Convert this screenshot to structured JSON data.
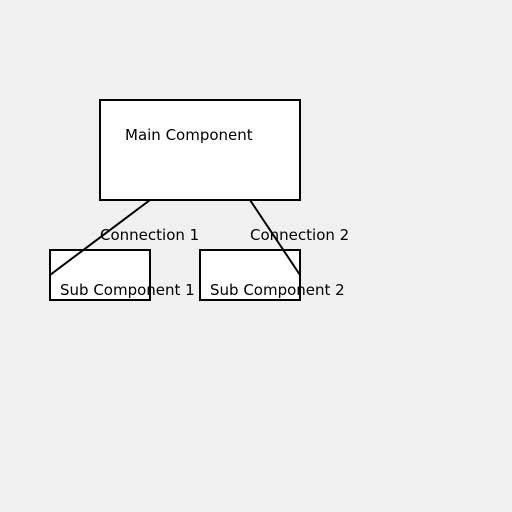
{
  "diagram": {
    "main": {
      "label": "Main Component"
    },
    "sub1": {
      "label": "Sub Component 1"
    },
    "sub2": {
      "label": "Sub Component 2"
    },
    "connection1": {
      "label": "Connection 1"
    },
    "connection2": {
      "label": "Connection 2"
    }
  },
  "colors": {
    "background": "#f0f0f0",
    "box_fill": "#ffffff",
    "stroke": "#000000",
    "text": "#000000"
  }
}
